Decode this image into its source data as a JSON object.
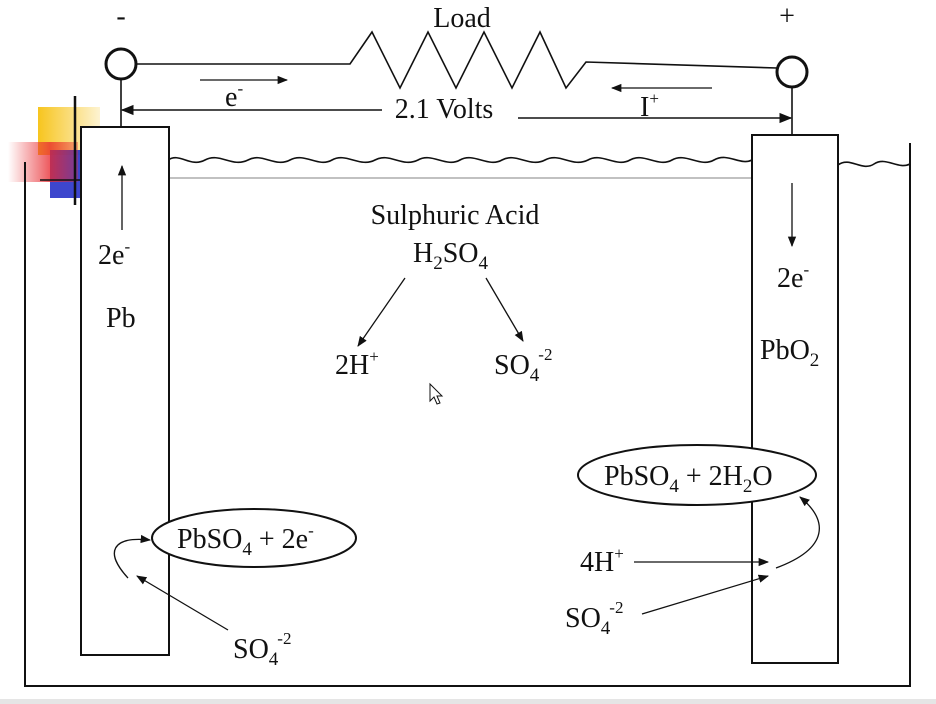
{
  "circuit": {
    "negative_sign": "-",
    "positive_sign": "+",
    "load_label": "Load",
    "voltage_label": "2.1 Volts",
    "electron_label": "e",
    "electron_charge": "-",
    "current_label": "I",
    "current_charge": "+"
  },
  "acid": {
    "name": "Sulphuric Acid",
    "formula": {
      "a": "H",
      "s1": "2",
      "b": "SO",
      "s2": "4"
    },
    "ion_h": {
      "base": "2H",
      "sup": "+"
    },
    "ion_so4": {
      "base": "SO",
      "sub": "4",
      "sup": "-2"
    }
  },
  "left_electrode": {
    "electrons": {
      "base": "2e",
      "sup": "-"
    },
    "material": "Pb",
    "product": {
      "a": "PbSO",
      "s1": "4",
      "b": " + 2e",
      "sup": "-"
    },
    "ion_so4": {
      "base": "SO",
      "sub": "4",
      "sup": "-2"
    }
  },
  "right_electrode": {
    "electrons": {
      "base": "2e",
      "sup": "-"
    },
    "material": {
      "base": "PbO",
      "sub": "2"
    },
    "product": {
      "a": "PbSO",
      "s1": "4",
      "b": " + 2H",
      "s2": "2",
      "c": "O"
    },
    "ion_h": {
      "base": "4H",
      "sup": "+"
    },
    "ion_so4": {
      "base": "SO",
      "sub": "4",
      "sup": "-2"
    }
  },
  "colors": {
    "line": "#111111",
    "logo_yellow": "#f7c51e",
    "logo_red": "#e8282e",
    "logo_blue": "#2832c8",
    "scroll_bar": "#e5e5e5"
  }
}
